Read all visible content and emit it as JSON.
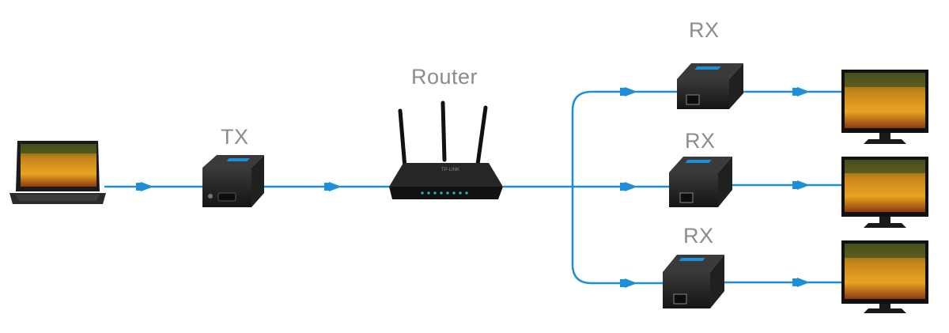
{
  "labels": {
    "tx": "TX",
    "router": "Router",
    "rx_top": "RX",
    "rx_middle": "RX",
    "rx_bottom": "RX"
  },
  "devices": {
    "source": "laptop-icon",
    "transmitter": "hdmi-extender-tx-icon",
    "router": "wireless-router-icon",
    "receivers": [
      "hdmi-extender-rx-icon",
      "hdmi-extender-rx-icon",
      "hdmi-extender-rx-icon"
    ],
    "displays": [
      "monitor-icon",
      "monitor-icon",
      "monitor-icon"
    ]
  },
  "colors": {
    "cable": "#1c8fd6",
    "arrow": "#1c8fd6",
    "label_text": "#8c8c8c",
    "device_body": "#1e1e1e",
    "status_led": "#27c4c4"
  }
}
